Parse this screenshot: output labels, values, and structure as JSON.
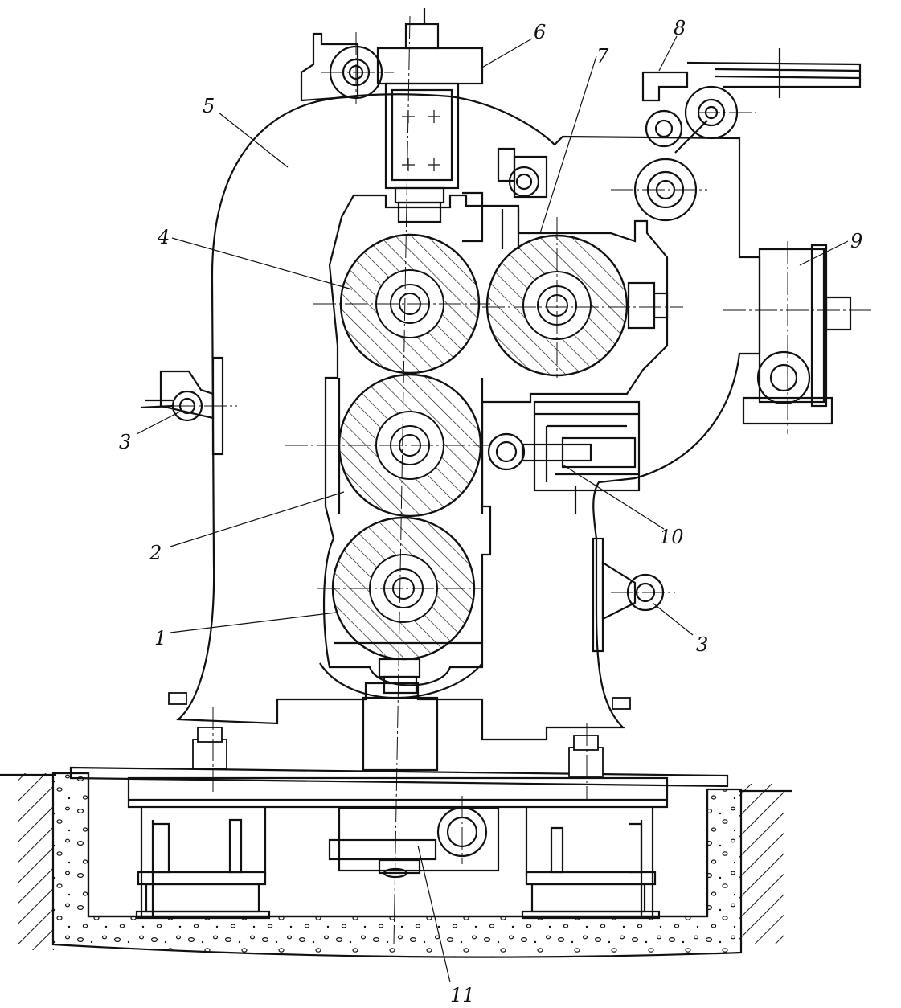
{
  "labels": {
    "l1": "1",
    "l2": "2",
    "l3a": "3",
    "l3b": "3",
    "l4": "4",
    "l5": "5",
    "l6": "6",
    "l7": "7",
    "l8": "8",
    "l9": "9",
    "l10": "10",
    "l11": "11"
  }
}
